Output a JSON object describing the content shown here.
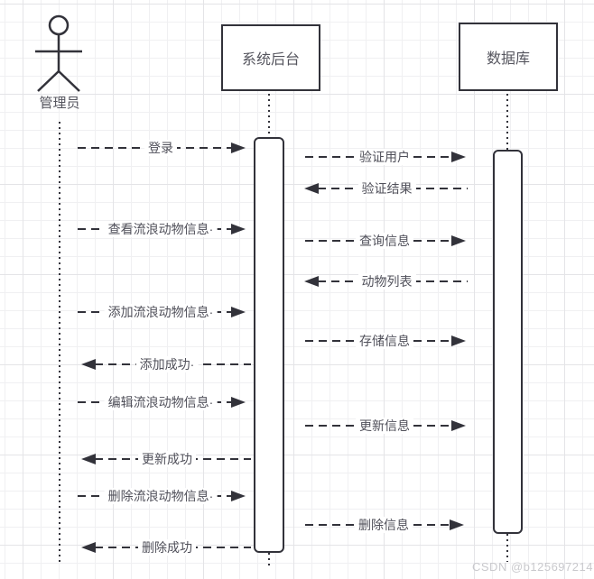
{
  "diagram": {
    "actor": {
      "label": "管理员"
    },
    "participants": [
      {
        "label": "系统后台"
      },
      {
        "label": "数据库"
      }
    ],
    "messages": {
      "actor_backend": [
        {
          "label": "登录",
          "direction": "right"
        },
        {
          "label": "查看流浪动物信息·",
          "direction": "right"
        },
        {
          "label": "添加流浪动物信息·",
          "direction": "right"
        },
        {
          "label": "添加成功·",
          "direction": "left"
        },
        {
          "label": "编辑流浪动物信息·",
          "direction": "right"
        },
        {
          "label": "更新成功",
          "direction": "left"
        },
        {
          "label": "删除流浪动物信息·",
          "direction": "right"
        },
        {
          "label": "删除成功",
          "direction": "left"
        }
      ],
      "backend_db": [
        {
          "label": "验证用户",
          "direction": "right"
        },
        {
          "label": "验证结果",
          "direction": "left"
        },
        {
          "label": "查询信息",
          "direction": "right"
        },
        {
          "label": "动物列表",
          "direction": "left"
        },
        {
          "label": "存储信息",
          "direction": "right"
        },
        {
          "label": "更新信息",
          "direction": "right"
        },
        {
          "label": "删除信息",
          "direction": "right"
        }
      ]
    },
    "watermark": "CSDN @b125697214",
    "colors": {
      "line": "#32323a",
      "label_text": "#50505a",
      "grid_minor": "#f0f0f2",
      "grid_major": "#e4e4e7",
      "watermark": "#c9c9cd"
    }
  }
}
